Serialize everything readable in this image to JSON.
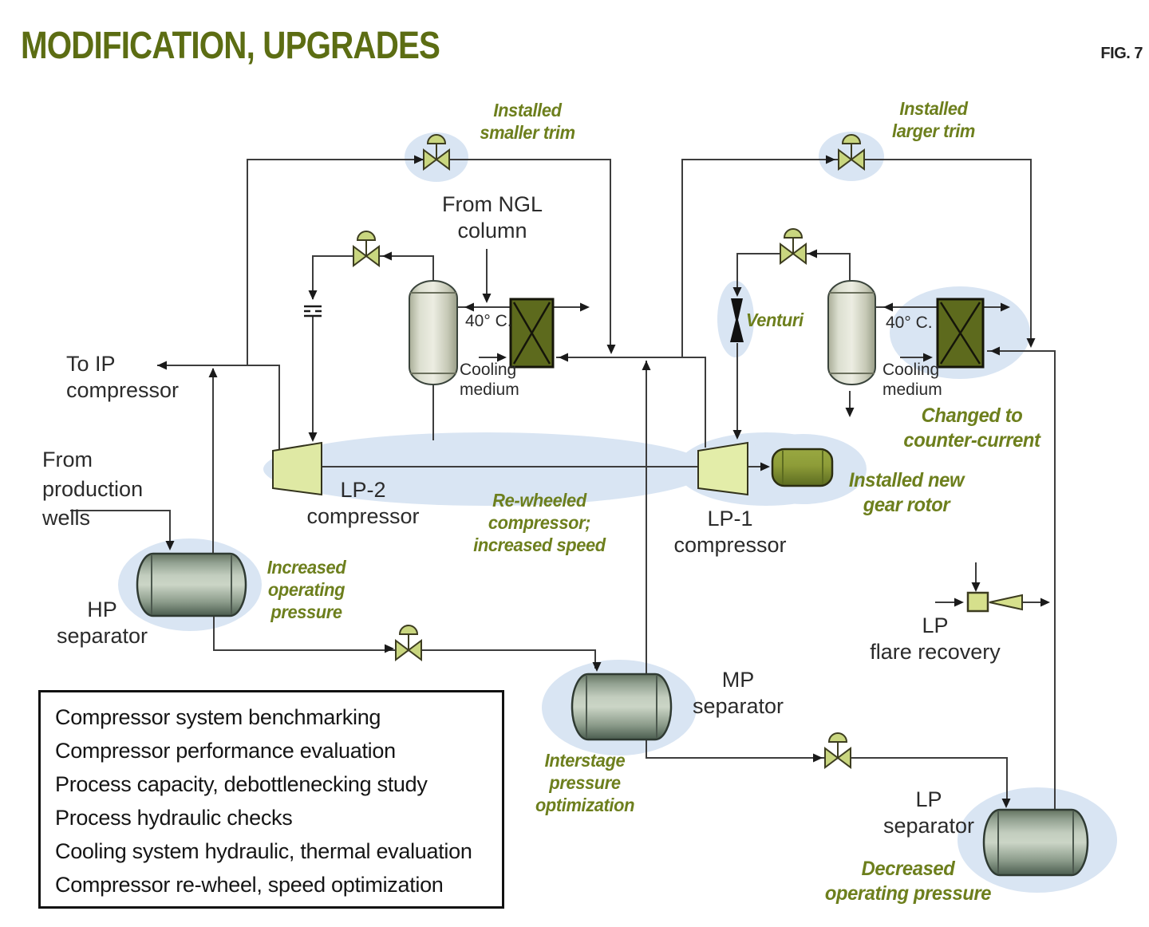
{
  "figure": {
    "title": "MODIFICATION, UPGRADES",
    "fig_label": "FIG. 7"
  },
  "colors": {
    "accent_green": "#6d7f1d",
    "title_green": "#5c6d13",
    "line": "#3d3d3d",
    "highlight_blue": "#d9e5f3",
    "valve_fill": "#c9d67f",
    "compressor_fill": "#dfe9a4",
    "exchanger_fill": "#5d6a1d",
    "rotor_fill": "#8a9a3a"
  },
  "annotations": {
    "smaller_trim": "Installed\nsmaller trim",
    "larger_trim": "Installed\nlarger trim",
    "venturi": "Venturi",
    "counter_current": "Changed to\ncounter-current",
    "gear_rotor": "Installed new\ngear rotor",
    "rewheeled": "Re-wheeled\ncompressor;\nincreased speed",
    "increased_pressure": "Increased\noperating\npressure",
    "interstage": "Interstage\npressure\noptimization",
    "decreased_pressure": "Decreased\noperating pressure"
  },
  "labels": {
    "from_ngl": "From NGL\ncolumn",
    "to_ip": "To IP\ncompressor",
    "from_wells": "From\nproduction\nwells",
    "hp_separator": "HP\nseparator",
    "lp2_compressor": "LP-2\ncompressor",
    "lp1_compressor": "LP-1\ncompressor",
    "mp_separator": "MP\nseparator",
    "lp_separator": "LP\nseparator",
    "lp_flare": "LP\nflare recovery",
    "temp_left": "40° C.",
    "temp_right": "40° C.",
    "cooling_left": "Cooling\nmedium",
    "cooling_right": "Cooling\nmedium"
  },
  "checklist": {
    "items": [
      "Compressor system benchmarking",
      "Compressor performance evaluation",
      "Process capacity, debottlenecking study",
      "Process hydraulic checks",
      "Cooling system hydraulic, thermal evaluation",
      "Compressor re-wheel, speed optimization"
    ]
  }
}
